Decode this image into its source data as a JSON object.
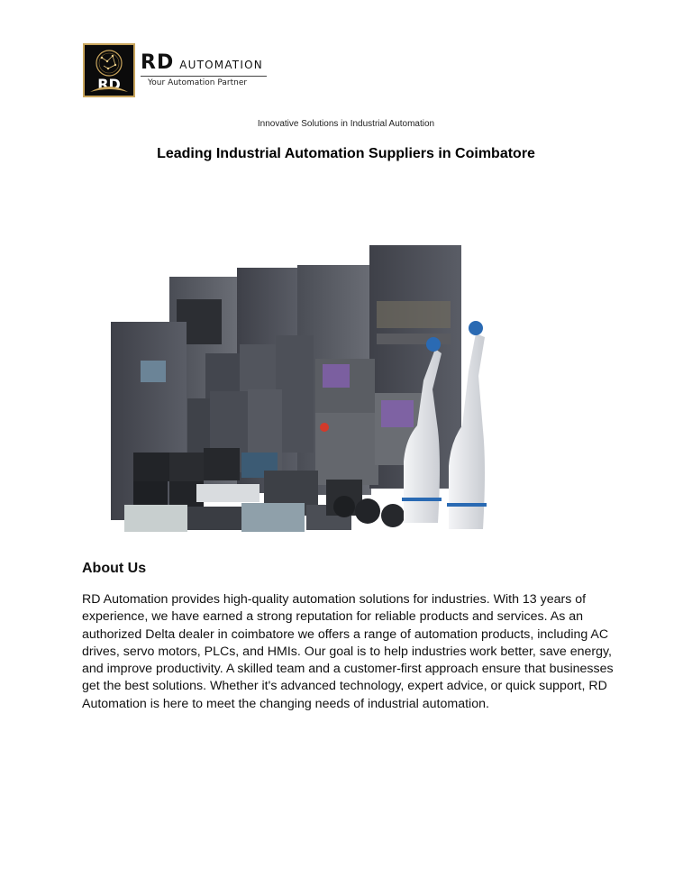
{
  "logo": {
    "brand_main": "RD",
    "brand_sub": "AUTOMATION",
    "tagline": "Your Automation Partner",
    "colors": {
      "background": "#0b0b0b",
      "gold": "#c9a55c"
    }
  },
  "header": {
    "tagline": "Innovative Solutions in Industrial Automation",
    "title": "Leading Industrial Automation Suppliers in Coimbatore"
  },
  "hero_image": {
    "alt": "Delta industrial automation products: AC drives, servo motors, PLCs, HMIs, CNC controllers and robotic arms"
  },
  "about": {
    "heading": "About Us",
    "body": "RD Automation provides high-quality automation solutions for industries. With 13 years of experience, we have earned a strong reputation for reliable products and services. As an authorized Delta dealer in coimbatore we offers a range of automation products, including AC drives, servo motors, PLCs, and HMIs. Our goal is to help industries work better, save energy, and improve productivity. A skilled team and a customer-first approach ensure that businesses get the best solutions. Whether it's advanced technology, expert advice, or quick support, RD Automation is here to meet the changing needs of industrial automation."
  }
}
